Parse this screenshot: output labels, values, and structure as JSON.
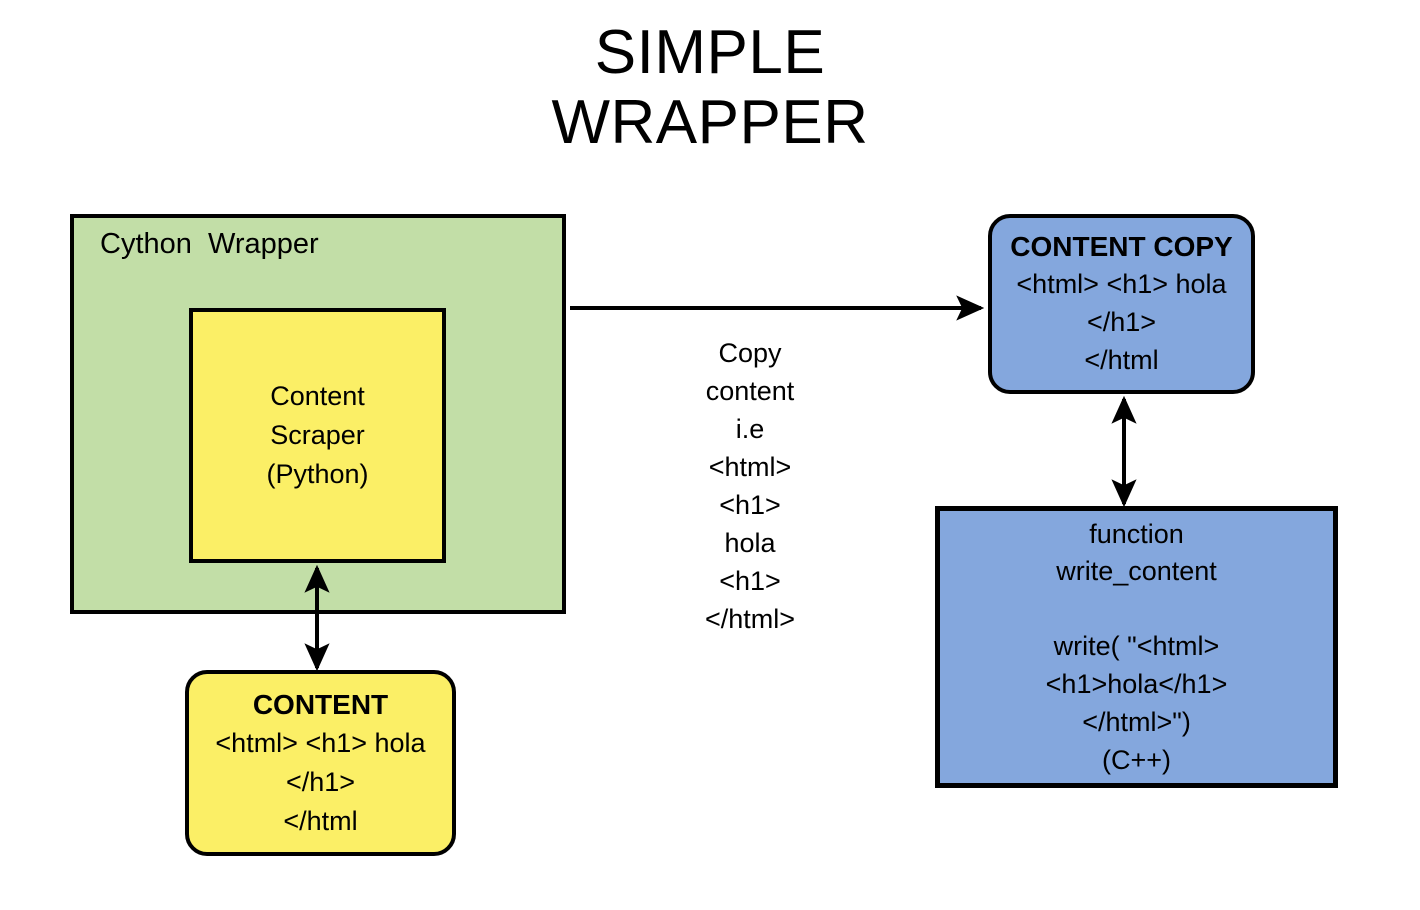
{
  "title": "SIMPLE\nWRAPPER",
  "diagram": {
    "type": "flow-diagram",
    "colors": {
      "green_container": "#c2dea7",
      "yellow_box": "#fbef66",
      "blue_box": "#84a7dd",
      "stroke": "#000000",
      "background": "#ffffff"
    },
    "nodes": {
      "cython_wrapper": {
        "label": "Cython  Wrapper",
        "shape": "rectangle",
        "color": "#c2dea7"
      },
      "content_scraper": {
        "text": "Content\nScraper\n(Python)",
        "shape": "rectangle",
        "color": "#fbef66"
      },
      "content": {
        "title": "CONTENT",
        "code": "<html> <h1> hola\n</h1>\n</html",
        "shape": "rounded-rectangle",
        "color": "#fbef66"
      },
      "content_copy": {
        "title": "CONTENT COPY",
        "code": "<html> <h1> hola\n</h1>\n</html",
        "shape": "rounded-rectangle",
        "color": "#84a7dd"
      },
      "write_function": {
        "name": "function\nwrite_content",
        "code": "write( \"<html>\n<h1>hola</h1>\n</html>\")\n(C++)",
        "shape": "rectangle",
        "color": "#84a7dd"
      }
    },
    "edges": {
      "copy_content": {
        "label": "Copy\ncontent\ni.e\n<html>\n<h1>\nhola\n<h1>\n</html>",
        "from": "cython_wrapper",
        "to": "content_copy",
        "style": "single-arrow-right"
      },
      "scraper_content": {
        "from": "content_scraper",
        "to": "content",
        "style": "double-arrow-vertical"
      },
      "copy_write": {
        "from": "content_copy",
        "to": "write_function",
        "style": "double-arrow-vertical"
      }
    }
  }
}
